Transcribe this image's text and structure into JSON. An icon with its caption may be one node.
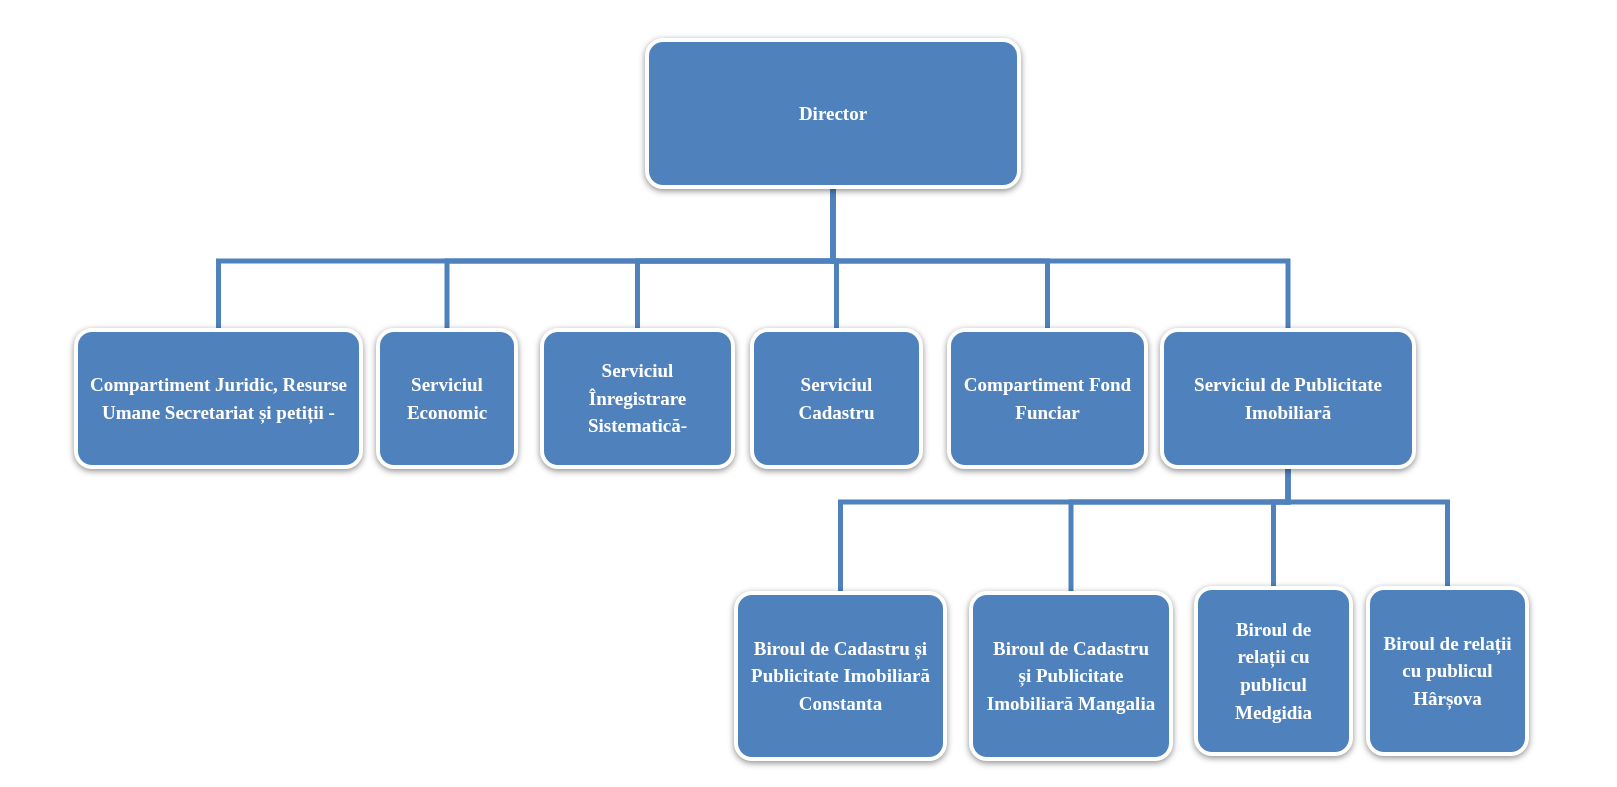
{
  "diagram": {
    "nodes": [
      {
        "text": [
          "Director"
        ]
      },
      {
        "text": [
          "Compartiment Juridic, Resurse Umane Secretariat și petiții -"
        ]
      },
      {
        "text": [
          "Serviciul Economic"
        ]
      },
      {
        "text": [
          "Serviciul Înregistrare Sistematică-"
        ]
      },
      {
        "text": [
          "Serviciul Cadastru"
        ]
      },
      {
        "text": [
          "Compartiment Fond Funciar"
        ]
      },
      {
        "text": [
          "Serviciul de Publicitate Imobiliară"
        ]
      },
      {
        "text": [
          "Biroul de Cadastru și Publicitate Imobiliară Constanta"
        ]
      },
      {
        "text": [
          "Biroul de Cadastru și Publicitate Imobiliară Mangalia"
        ]
      },
      {
        "text": [
          "Biroul de relații cu publicul Medgidia"
        ]
      },
      {
        "text": [
          "Biroul de relații cu publicul Hârșova"
        ]
      }
    ],
    "edges": [
      {
        "from": 0,
        "to": 1,
        "arrow": "none"
      },
      {
        "from": 0,
        "to": 2,
        "arrow": "none"
      },
      {
        "from": 0,
        "to": 3,
        "arrow": "none"
      },
      {
        "from": 0,
        "to": 4,
        "arrow": "none"
      },
      {
        "from": 0,
        "to": 5,
        "arrow": "none"
      },
      {
        "from": 0,
        "to": 6,
        "arrow": "none"
      },
      {
        "from": 6,
        "to": 7,
        "arrow": "none"
      },
      {
        "from": 6,
        "to": 8,
        "arrow": "none"
      },
      {
        "from": 6,
        "to": 9,
        "arrow": "none"
      },
      {
        "from": 6,
        "to": 10,
        "arrow": "none"
      }
    ]
  }
}
